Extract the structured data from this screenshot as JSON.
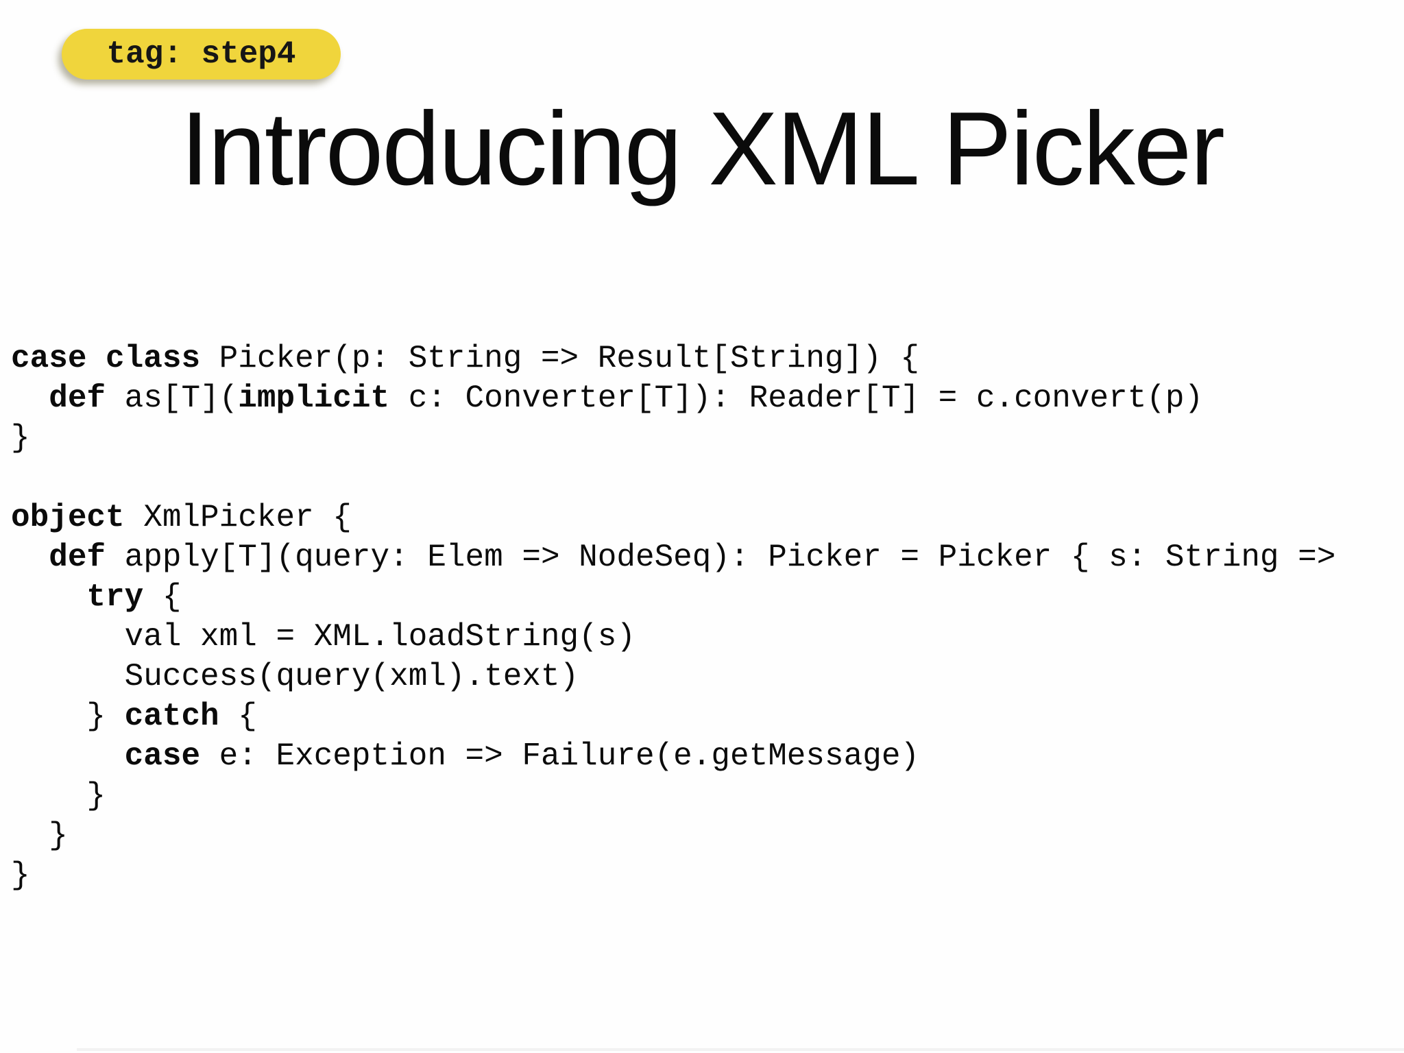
{
  "badge": {
    "label": "tag: step4",
    "background_color": "#f0d53c",
    "text_color": "#161616"
  },
  "title": {
    "text": "Introducing XML Picker",
    "color": "#0b0b0b"
  },
  "code": {
    "language": "scala",
    "text_color": "#0b0b0b",
    "lines": [
      [
        {
          "t": "case class",
          "b": true
        },
        {
          "t": " Picker(p: String => Result[String]) {",
          "b": false
        }
      ],
      [
        {
          "t": "  ",
          "b": false
        },
        {
          "t": "def",
          "b": true
        },
        {
          "t": " as[T](",
          "b": false
        },
        {
          "t": "implicit",
          "b": true
        },
        {
          "t": " c: Converter[T]): Reader[T] = c.convert(p)",
          "b": false
        }
      ],
      [
        {
          "t": "}",
          "b": false
        }
      ],
      [],
      [
        {
          "t": "object",
          "b": true
        },
        {
          "t": " XmlPicker {",
          "b": false
        }
      ],
      [
        {
          "t": "  ",
          "b": false
        },
        {
          "t": "def",
          "b": true
        },
        {
          "t": " apply[T](query: Elem => NodeSeq): Picker = Picker { s: String =>",
          "b": false
        }
      ],
      [
        {
          "t": "    ",
          "b": false
        },
        {
          "t": "try",
          "b": true
        },
        {
          "t": " {",
          "b": false
        }
      ],
      [
        {
          "t": "      val xml = XML.loadString(s)",
          "b": false
        }
      ],
      [
        {
          "t": "      Success(query(xml).text)",
          "b": false
        }
      ],
      [
        {
          "t": "    } ",
          "b": false
        },
        {
          "t": "catch",
          "b": true
        },
        {
          "t": " {",
          "b": false
        }
      ],
      [
        {
          "t": "      ",
          "b": false
        },
        {
          "t": "case",
          "b": true
        },
        {
          "t": " e: Exception => Failure(e.getMessage)",
          "b": false
        }
      ],
      [
        {
          "t": "    }",
          "b": false
        }
      ],
      [
        {
          "t": "  }",
          "b": false
        }
      ],
      [
        {
          "t": "}",
          "b": false
        }
      ]
    ]
  }
}
